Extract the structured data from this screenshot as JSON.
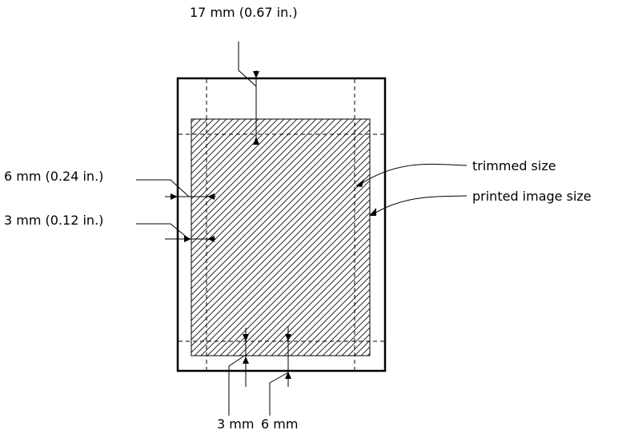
{
  "labels": {
    "top": "17 mm (0.67 in.)",
    "left_6mm": "6 mm (0.24 in.)",
    "left_3mm": "3 mm (0.12 in.)",
    "trimmed": "trimmed size",
    "printed": "printed image size",
    "bottom_3mm": "3 mm",
    "bottom_6mm": "6 mm"
  },
  "colors": {
    "stroke": "#000000",
    "background": "#ffffff"
  }
}
